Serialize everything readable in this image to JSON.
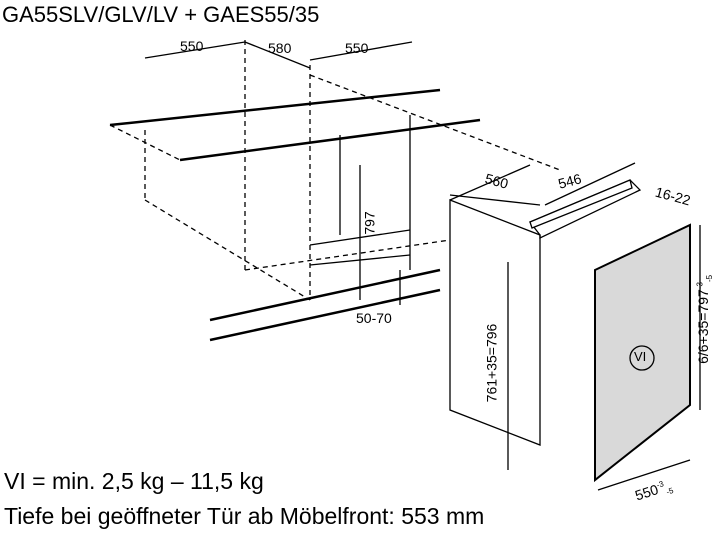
{
  "title": "GA55SLV/GLV/LV + GAES55/35",
  "dims": {
    "d550a": "550",
    "d580": "580",
    "d550b": "550",
    "d797": "797",
    "d5070": "50-70",
    "d560": "560",
    "d546": "546",
    "d1622": "16-22",
    "d796": "761+35=796",
    "d7975": "6/6+35=797",
    "d7975_tol_top": "-3",
    "d7975_tol_bot": "-5",
    "d550c": "550",
    "d550c_tol_top": "-3",
    "d550c_tol_bot": "-5",
    "vi": "VI"
  },
  "notes": {
    "weight": "VI = min. 2,5 kg – 11,5 kg",
    "depth": "Tiefe bei geöffneter Tür ab Möbelfront: 553 mm"
  }
}
